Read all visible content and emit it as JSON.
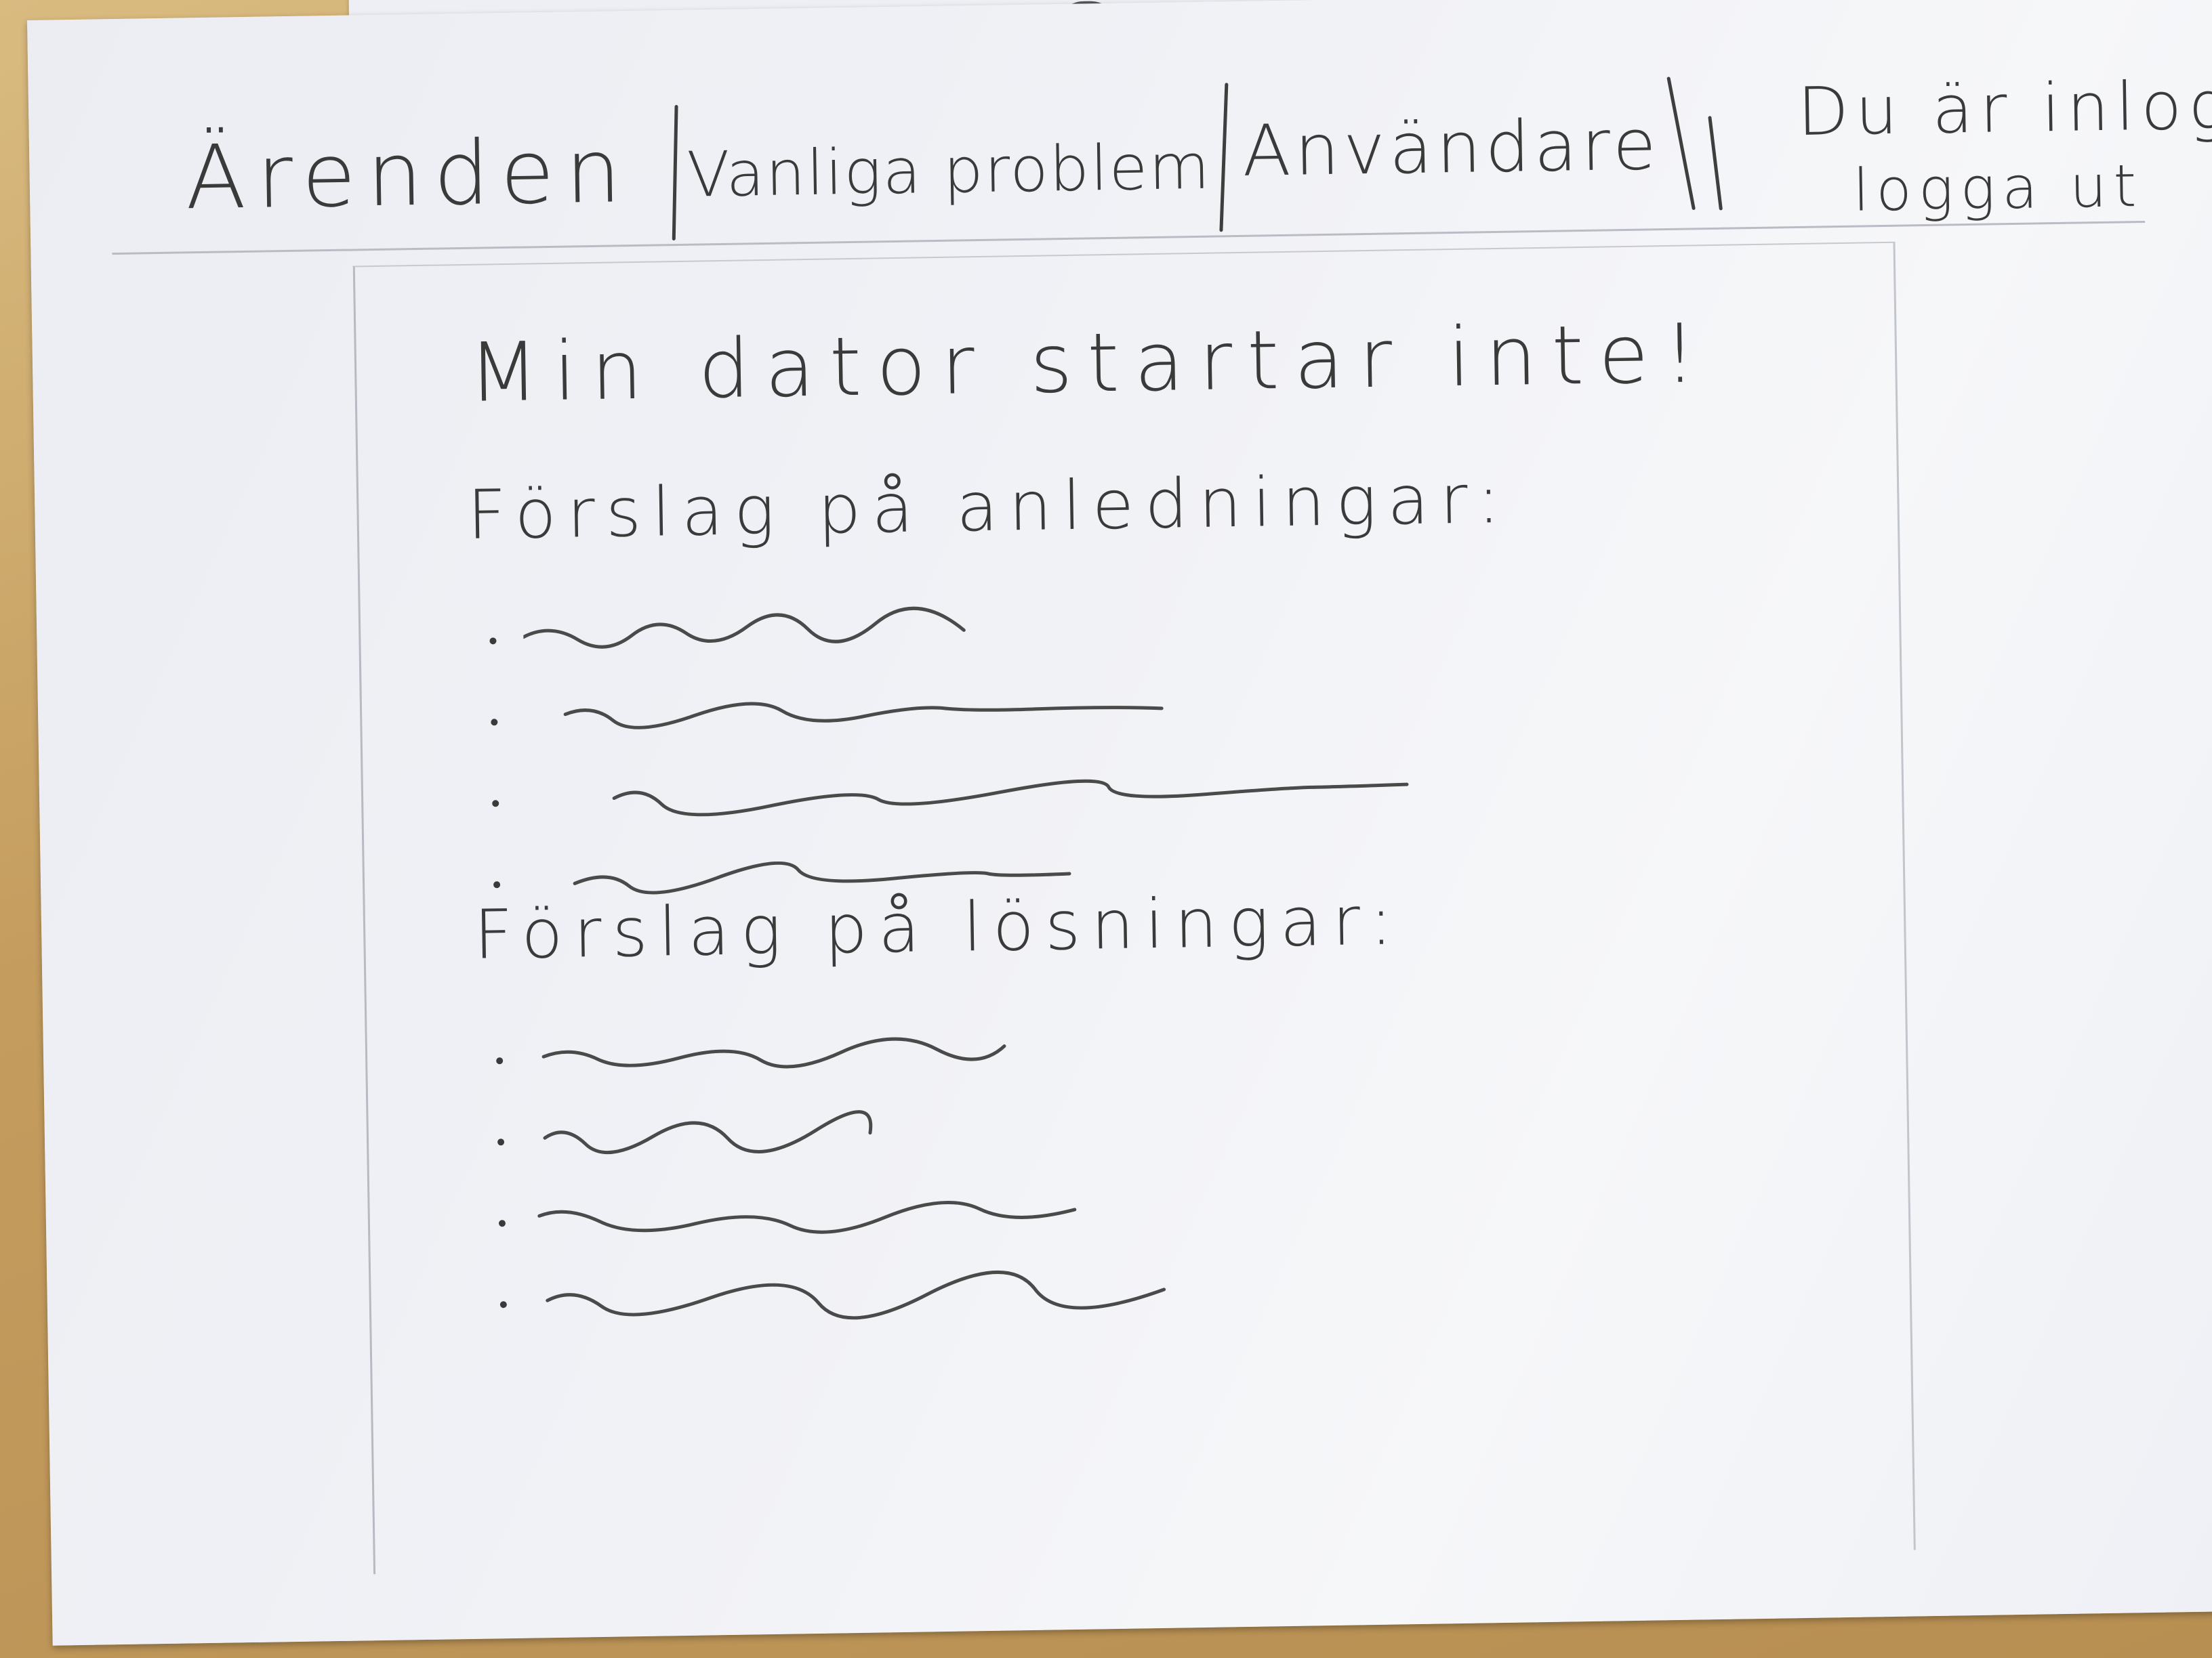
{
  "nav": {
    "tabs": [
      {
        "label": "Ärenden"
      },
      {
        "label": "Vanliga problem"
      },
      {
        "label": "Användare"
      }
    ],
    "user_status": "Du är inloggad",
    "logout_label": "logga ut"
  },
  "main": {
    "title": "Min dator startar inte!",
    "causes_heading": "Förslag på anledningar:",
    "solutions_heading": "Förslag på lösningar:"
  },
  "colors": {
    "pencil": "#3a3a3a",
    "paper": "#f1f2f6"
  }
}
